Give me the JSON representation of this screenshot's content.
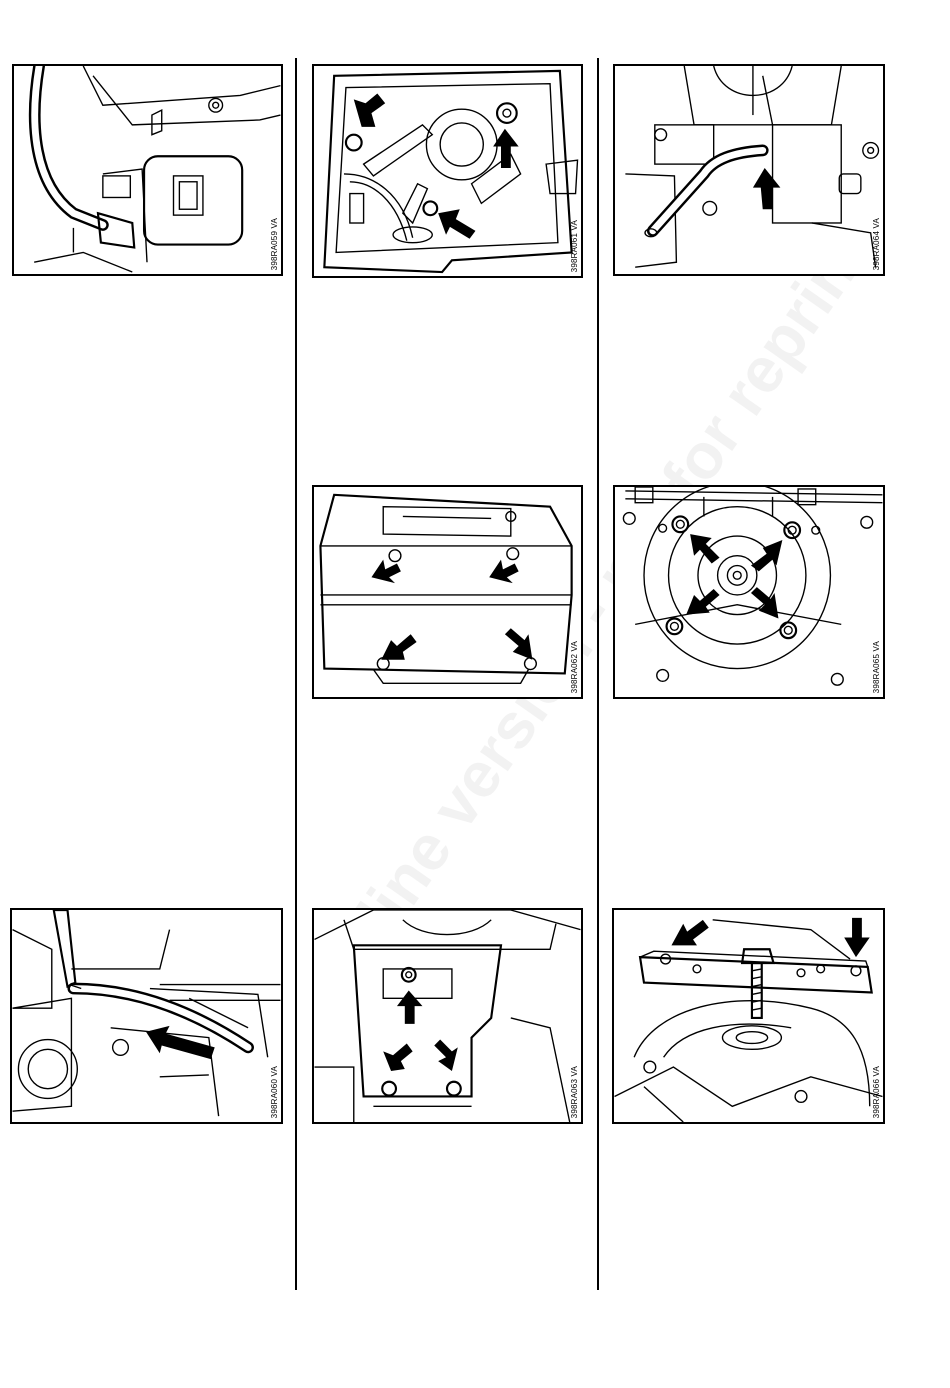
{
  "watermark": "Online version - not for reprint",
  "figures": [
    {
      "code": "398RA059 VA",
      "arrows": 0
    },
    {
      "code": "398RA061 VA",
      "arrows": 3
    },
    {
      "code": "398RA064 VA",
      "arrows": 1
    },
    {
      "code": "398RA062 VA",
      "arrows": 4
    },
    {
      "code": "398RA065 VA",
      "arrows": 4
    },
    {
      "code": "398RA060 VA",
      "arrows": 1
    },
    {
      "code": "398RA063 VA",
      "arrows": 3
    },
    {
      "code": "398RA066 VA",
      "arrows": 2
    }
  ],
  "colors": {
    "line": "#000000",
    "background": "#ffffff"
  }
}
